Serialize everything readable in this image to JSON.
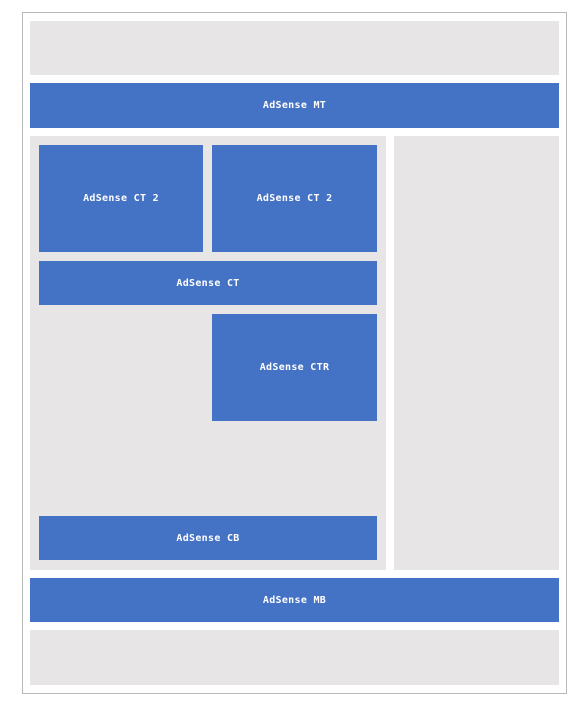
{
  "colors": {
    "ad_block": "#4472c4",
    "placeholder": "#e7e5e6",
    "frame_border": "#b9b9b9",
    "ad_text": "#ffffff"
  },
  "ads": {
    "mt": "AdSense MT",
    "ct2_left": "AdSense CT 2",
    "ct2_right": "AdSense CT 2",
    "ct": "AdSense CT",
    "ctr": "AdSense CTR",
    "cb": "AdSense CB",
    "mb": "AdSense MB"
  }
}
